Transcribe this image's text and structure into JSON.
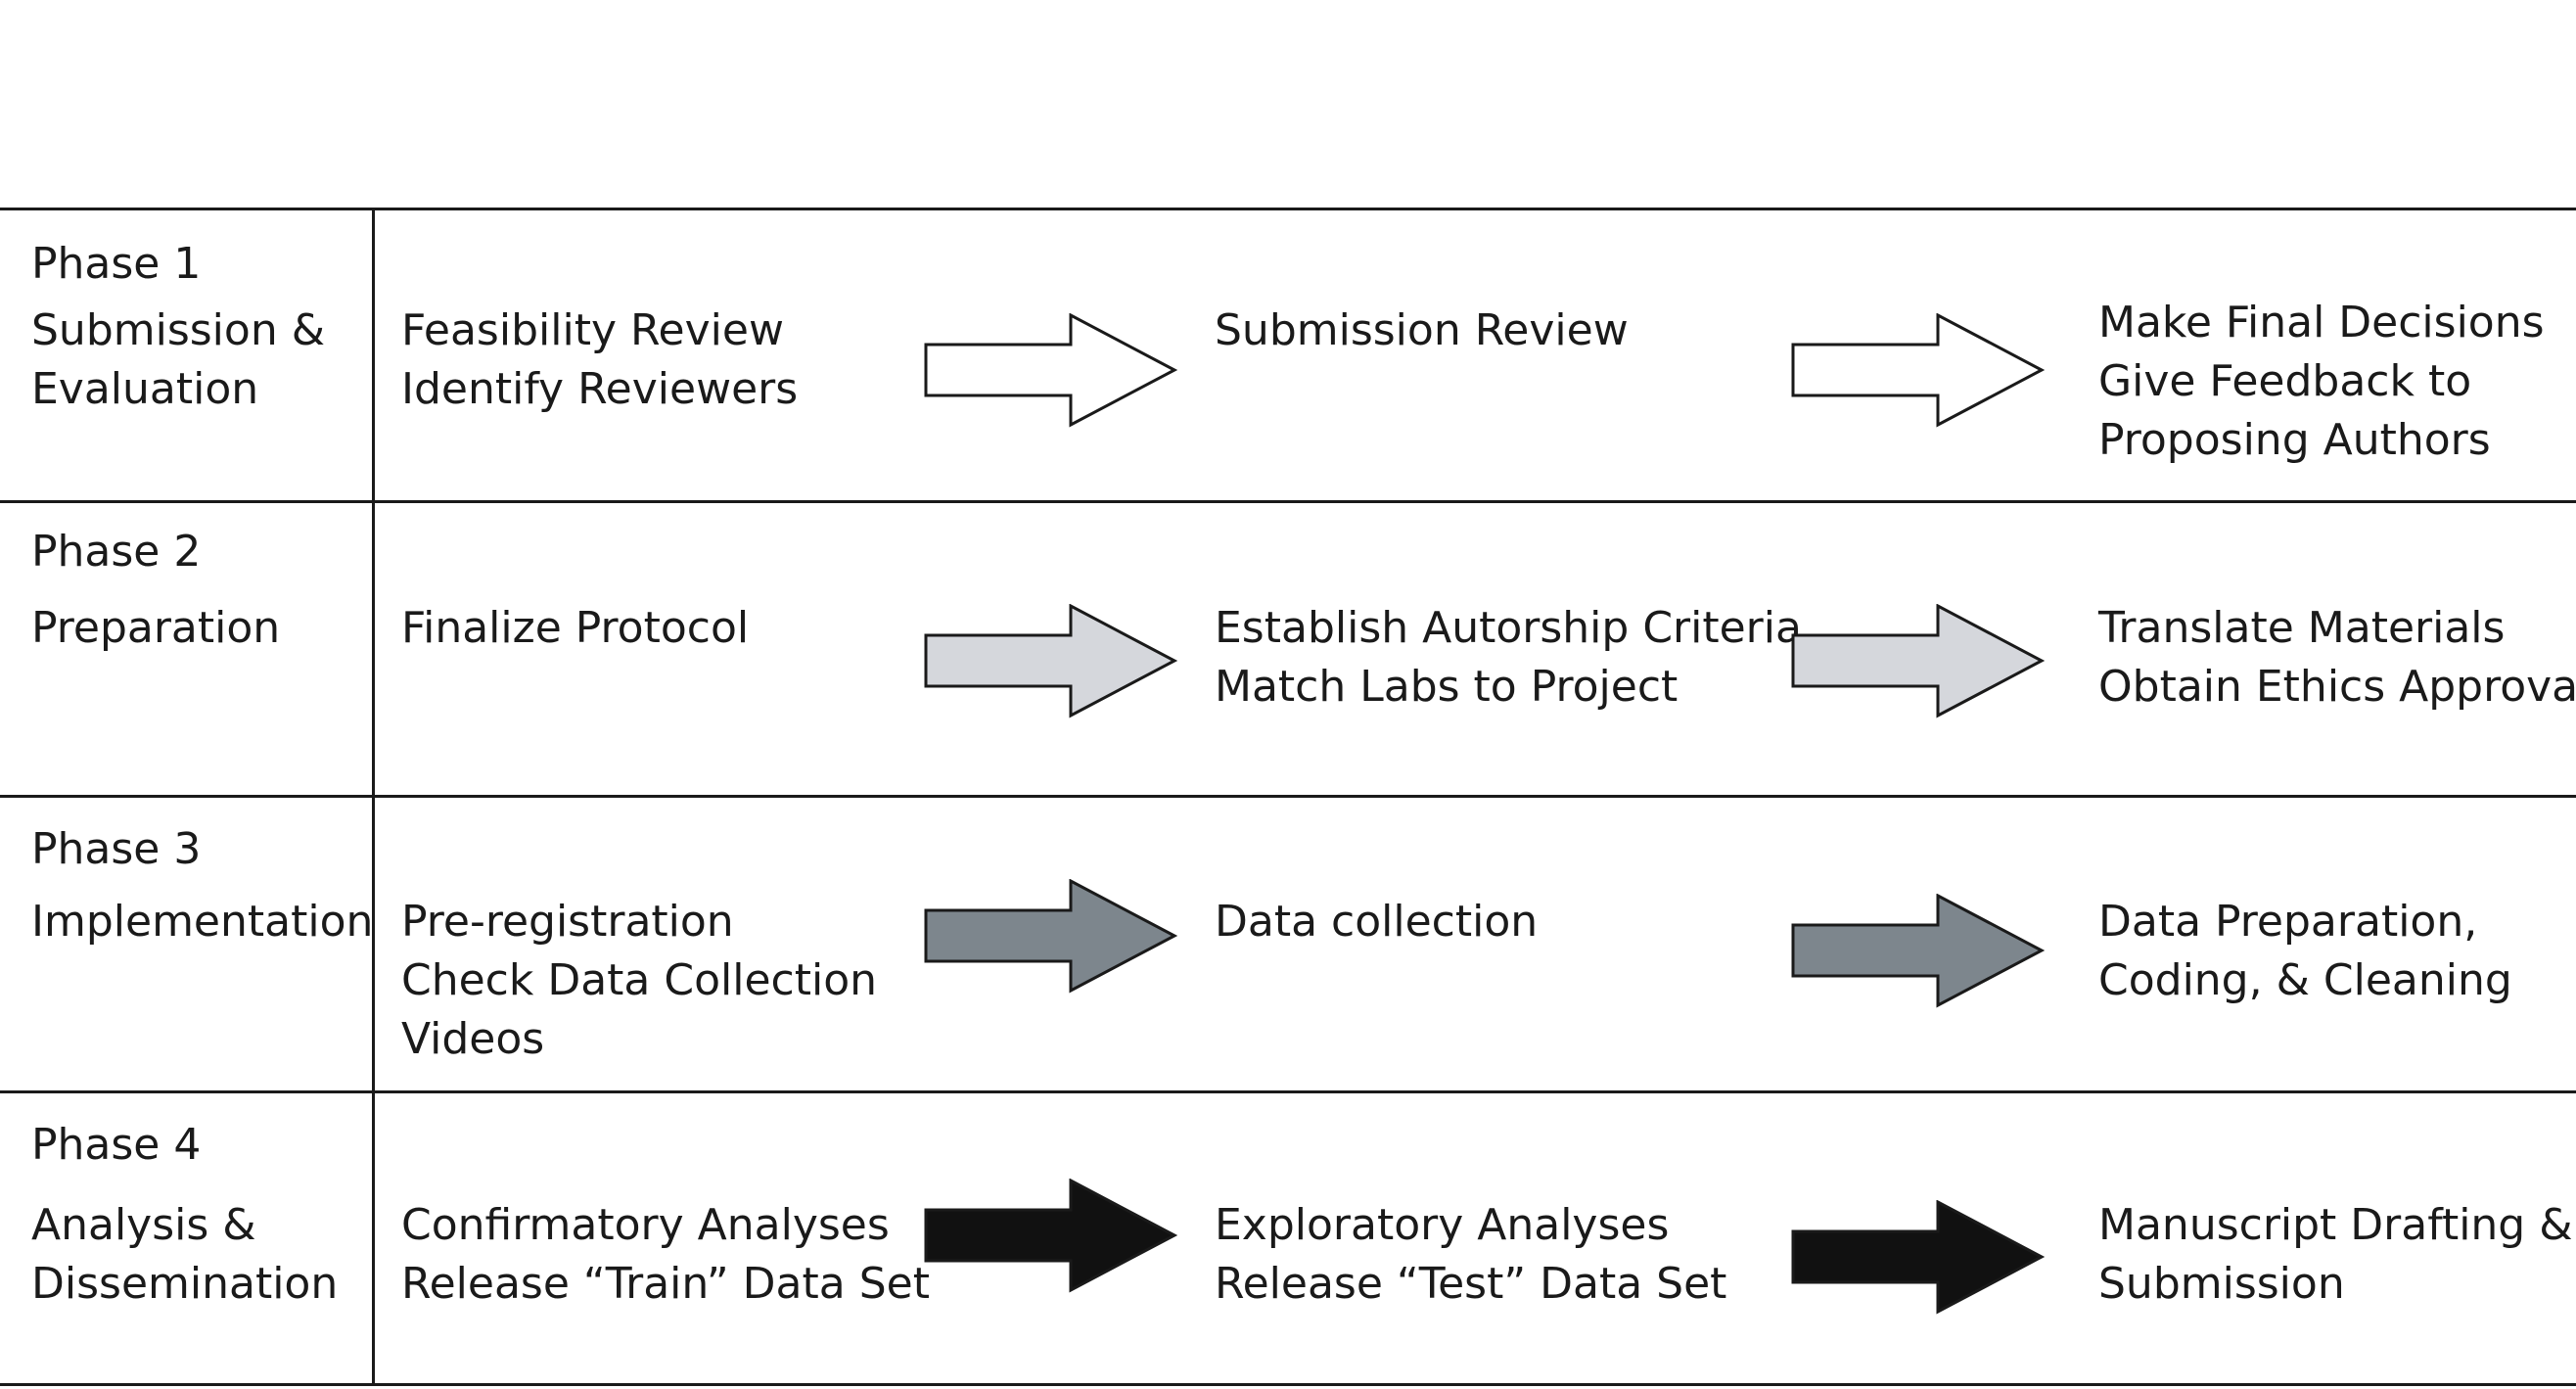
{
  "phases": [
    {
      "label": "Phase 1",
      "name": "Submission &\nEvaluation",
      "arrow_fill": "#ffffff",
      "steps": [
        "Feasibility Review\nIdentify Reviewers",
        "Submission Review",
        "Make Final Decisions\nGive Feedback to\nProposing Authors"
      ]
    },
    {
      "label": "Phase 2",
      "name": "Preparation",
      "arrow_fill": "#d5d7dc",
      "steps": [
        "Finalize Protocol",
        "Establish Autorship Criteria\nMatch Labs to Project",
        "Translate Materials\nObtain Ethics Approval"
      ]
    },
    {
      "label": "Phase 3",
      "name": "Implementation",
      "arrow_fill": "#7d868d",
      "steps": [
        "Pre-registration\nCheck Data Collection\nVideos",
        "Data collection",
        "Data Preparation,\nCoding, & Cleaning"
      ]
    },
    {
      "label": "Phase 4",
      "name": "Analysis &\nDissemination",
      "arrow_fill": "#111111",
      "steps": [
        "Confirmatory Analyses\nRelease “Train” Data Set",
        "Exploratory Analyses\nRelease “Test” Data Set",
        "Manuscript Drafting &\nSubmission"
      ]
    }
  ]
}
